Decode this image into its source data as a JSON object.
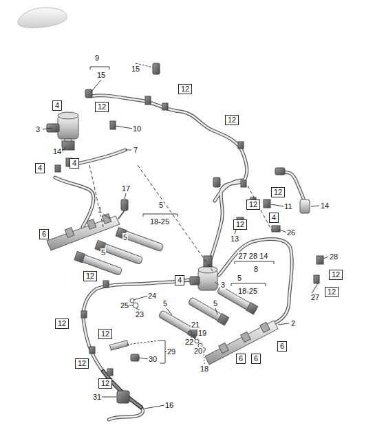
{
  "diagram": {
    "nodes": [
      {
        "text": [
          "4"
        ]
      },
      {
        "text": [
          "12"
        ]
      },
      {
        "text": [
          "12"
        ]
      },
      {
        "text": [
          "12"
        ]
      },
      {
        "text": [
          "4"
        ]
      },
      {
        "text": [
          "4"
        ]
      },
      {
        "text": [
          "12"
        ]
      },
      {
        "text": [
          "12"
        ]
      },
      {
        "text": [
          "4"
        ]
      },
      {
        "text": [
          "12"
        ]
      },
      {
        "text": [
          "6"
        ]
      },
      {
        "text": [
          "12"
        ]
      },
      {
        "text": [
          "4"
        ]
      },
      {
        "text": [
          "12"
        ]
      },
      {
        "text": [
          "12"
        ]
      },
      {
        "text": [
          "12"
        ]
      },
      {
        "text": [
          "12"
        ]
      },
      {
        "text": [
          "6"
        ]
      },
      {
        "text": [
          "6"
        ]
      },
      {
        "text": [
          "6"
        ]
      },
      {
        "text": [
          "12"
        ]
      },
      {
        "text": [
          "12"
        ]
      }
    ],
    "labels": [
      "9",
      "15",
      "15",
      "3",
      "10",
      "14",
      "7",
      "17",
      "5",
      "18-25",
      "11",
      "14",
      "1",
      "5",
      "13",
      "26",
      "5",
      "27 28 14",
      "28",
      "8",
      "5",
      "18-25",
      "3",
      "24",
      "27",
      "5",
      "5",
      "25",
      "23",
      "2",
      "21",
      "19",
      "22",
      "20",
      "29",
      "30",
      "18",
      "31",
      "16"
    ]
  }
}
